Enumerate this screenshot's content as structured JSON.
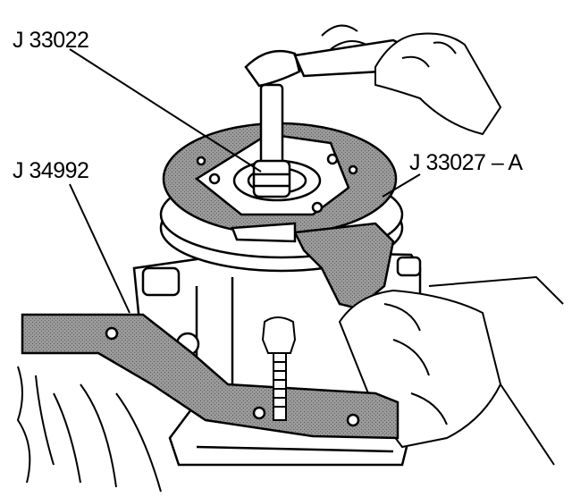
{
  "callouts": {
    "j33022": "J 33022",
    "j34992": "J 34992",
    "j33027a": "J 33027 – A"
  },
  "colors": {
    "ink": "#000000",
    "tool_fill": "#8a8a8a",
    "paper": "#ffffff"
  }
}
